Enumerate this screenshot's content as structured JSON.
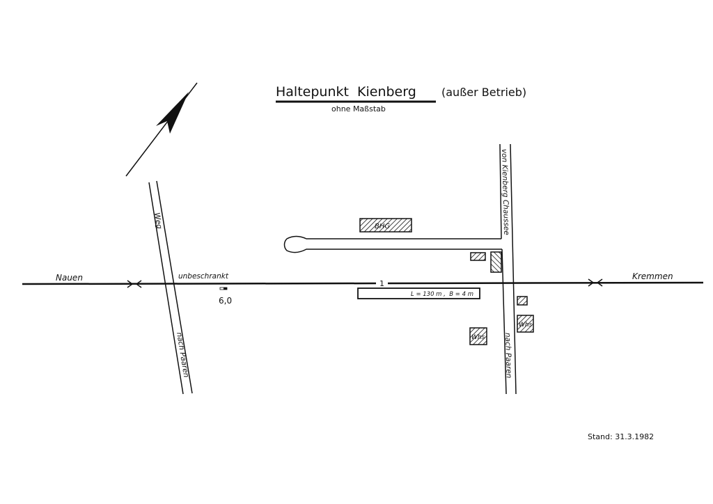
{
  "title": "Haltepunkt  Kienberg",
  "title_note": "(außer Betrieb)",
  "subtitle": "ohne Maßstab",
  "labels": {
    "west": "Nauen",
    "east": "Kremmen",
    "crossing": "unbeschrankt",
    "km": "6,0",
    "track_number": "1",
    "platform": "L = 130 m ,  B = 4 m",
    "building": "BHG",
    "whs1": "Whs",
    "whs2": "Whs",
    "road_left_top": "Weg",
    "road_left_bottom": "nach Paaren",
    "road_right_top": "von Kienberg  Chaussee",
    "road_right_bottom": "nach Paaren"
  },
  "footer": "Stand: 31.3.1982",
  "icons": [
    "north-arrow-icon"
  ]
}
